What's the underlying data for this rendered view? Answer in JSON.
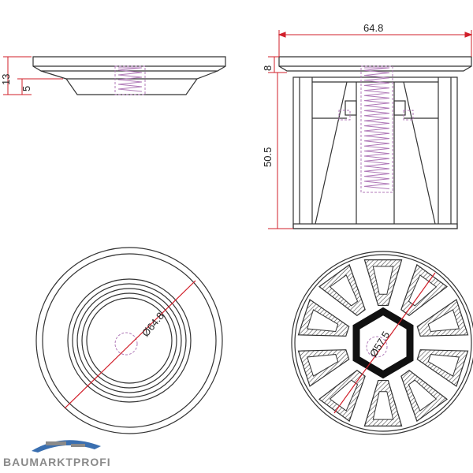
{
  "dimensions": {
    "top_width": "64.8",
    "top_height": "8",
    "total_height": "50.5",
    "left_height": "13",
    "left_lip": "5",
    "bottom_left_diameter": "Ø64.8",
    "bottom_right_diameter": "Ø57.5"
  },
  "brand": {
    "name": "BAUMARKTPROFI"
  },
  "colors": {
    "line": "#333333",
    "dimension": "#d11f2a",
    "thread": "#b07ab8",
    "logo_blue": "#3a6fb0",
    "logo_grey": "#8a8a8a"
  }
}
